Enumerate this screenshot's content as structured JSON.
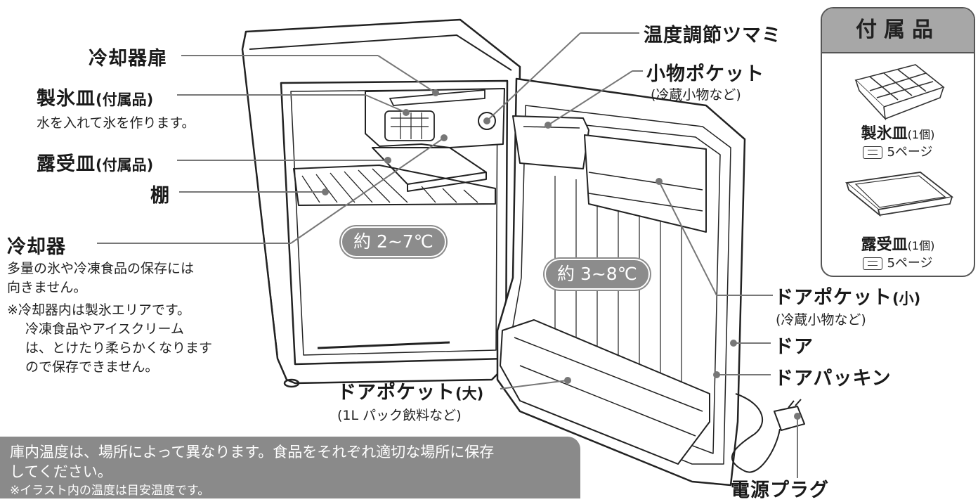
{
  "labels": {
    "freezer_door": "冷却器扉",
    "ice_tray": "製氷皿",
    "ice_tray_note": "(付属品)",
    "ice_tray_desc": "水を入れて氷を作ります。",
    "drip_tray": "露受皿",
    "drip_tray_note": "(付属品)",
    "shelf": "棚",
    "cooler": "冷却器",
    "cooler_desc_1": "多量の氷や冷凍食品の保存には",
    "cooler_desc_2": "向きません。",
    "cooler_warn_1": "※冷却器内は製氷エリアです。",
    "cooler_warn_2": "冷凍食品やアイスクリーム",
    "cooler_warn_3": "は、とけたり柔らかくなります",
    "cooler_warn_4": "ので保存できません。",
    "temp_knob": "温度調節ツマミ",
    "small_pocket": "小物ポケット",
    "small_pocket_sub": "(冷蔵小物など)",
    "door_pocket_small": "ドアポケット",
    "door_pocket_small_size": "(小)",
    "door_pocket_small_sub": "(冷蔵小物など)",
    "door": "ドア",
    "door_gasket": "ドアパッキン",
    "door_pocket_large": "ドアポケット",
    "door_pocket_large_size": "(大)",
    "door_pocket_large_sub": "(1L パック飲料など)",
    "power_plug": "電源プラグ"
  },
  "temps": {
    "body": "約 2~7℃",
    "door": "約 3~8℃"
  },
  "accessories": {
    "title": "付属品",
    "items": [
      {
        "name": "製氷皿",
        "qty": "(1個)",
        "ref": "5ページ"
      },
      {
        "name": "露受皿",
        "qty": "(1個)",
        "ref": "5ページ"
      }
    ]
  },
  "notice": {
    "line1": "庫内温度は、場所によって異なります。食品をそれぞれ適切な場所に保存",
    "line2": "してください。",
    "line3": "※イラスト内の温度は目安温度です。"
  },
  "colors": {
    "line": "#777777",
    "badge": "#8c8c8c",
    "panel_head": "#a7a7a7",
    "notice_bg": "#8a8a8a"
  }
}
